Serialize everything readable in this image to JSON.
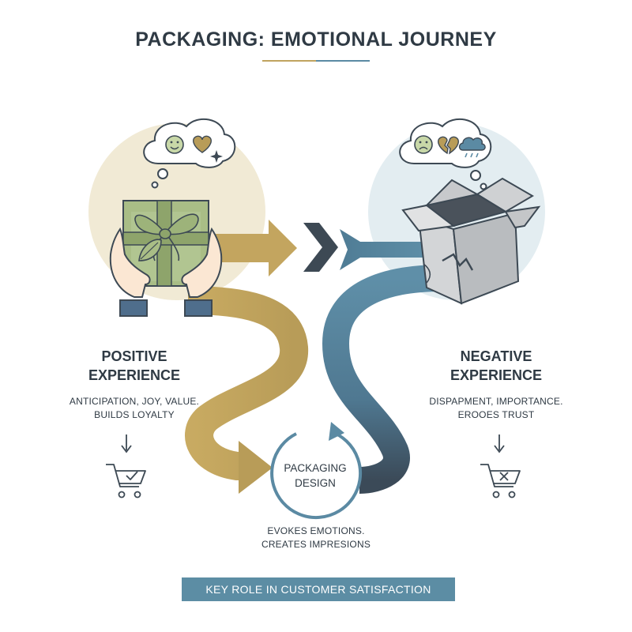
{
  "title": "PACKAGING: EMOTIONAL JOURNEY",
  "positive": {
    "heading_line1": "POSITIVE",
    "heading_line2": "EXPERIENCE",
    "desc_line1": "ANTICIPATION, JOY, VALUE.",
    "desc_line2": "BUILDS LOYALTY"
  },
  "negative": {
    "heading_line1": "NEGATIVE",
    "heading_line2": "EXPERIENCE",
    "desc_line1": "DISPAPMENT, IMPORTANCE.",
    "desc_line2": "EROOES TRUST"
  },
  "center": {
    "label_line1": "PACKAGING",
    "label_line2": "DESIGN",
    "desc_line1": "EVOKES EMOTIONS.",
    "desc_line2": "CREATES IMPRESIONS"
  },
  "banner": "KEY ROLE IN CUSTOMER SATISFACTION",
  "colors": {
    "gold": "#c0a35f",
    "blue": "#5b8aa3",
    "slate": "#3d4954",
    "green": "#a9bd86",
    "banner": "#5c8da4"
  },
  "icons": {
    "positive_thought": [
      "smile-icon",
      "heart-icon",
      "sparkle-icon"
    ],
    "negative_thought": [
      "frown-icon",
      "broken-heart-icon",
      "rain-cloud-icon"
    ],
    "positive_cart": "cart-check-icon",
    "negative_cart": "cart-x-icon"
  }
}
